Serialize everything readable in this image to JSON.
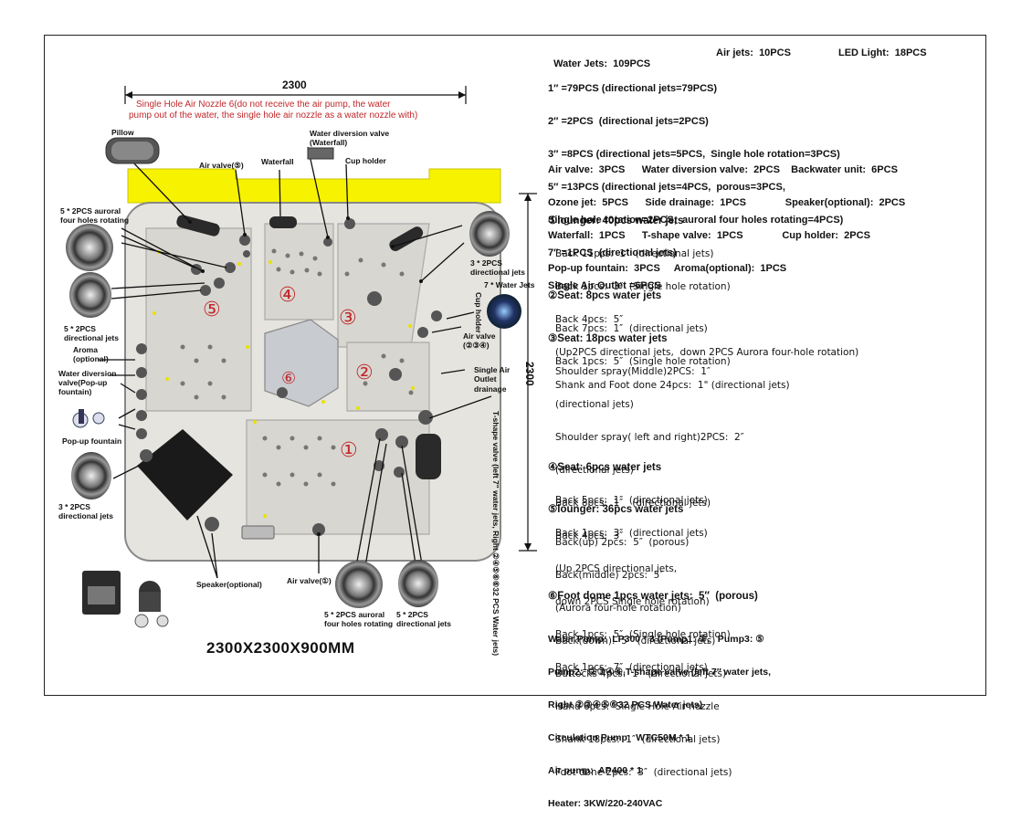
{
  "colors": {
    "accent_red": "#c0282a",
    "shell_yellow": "#f7f200",
    "tub_fill": "#e6e4df"
  },
  "dimensions": {
    "top_width": "2300",
    "side_height": "2300",
    "overall": "2300X2300X900MM"
  },
  "air_nozzle_note": {
    "line1": "Single Hole Air Nozzle 6(do not receive the air pump, the water",
    "line2": "pump out of the water, the single hole air nozzle as a water nozzle with)"
  },
  "seat_numbers": [
    "①",
    "②",
    "③",
    "④",
    "⑤",
    "⑥"
  ],
  "callouts": {
    "pillow": "Pillow",
    "air_valve_5": "Air valve(⑤)",
    "waterfall": "Waterfall",
    "water_diversion_valve_top": "Water diversion valve",
    "water_diversion_valve_top_sub": "(Waterfall)",
    "cup_holder_top": "Cup holder",
    "aurora_left_1": "5 * 2PCS auroral",
    "aurora_left_2": "four holes rotating",
    "directional_left_1": "5 * 2PCS",
    "directional_left_2": "directional jets",
    "aroma_1": "Aroma",
    "aroma_2": "(optional)",
    "diversion_popup_1": "Water diversion",
    "diversion_popup_2": "valve(Pop-up",
    "diversion_popup_3": "fountain)",
    "popup_fountain": "Pop-up fountain",
    "directional_left_b_1": "3 * 2PCS",
    "directional_left_b_2": "directional jets",
    "speaker": "Speaker(optional)",
    "air_valve_1": "Air valve(①)",
    "aurora_bottom_1": "5 * 2PCS auroral",
    "aurora_bottom_2": "four holes rotating",
    "directional_bottom_1": "5 * 2PCS",
    "directional_bottom_2": "directional jets",
    "directional_right_1": "3 * 2PCS",
    "directional_right_2": "directional jets",
    "waterjets_7": "7 * Water Jets",
    "cup_holder_right": "Cup holder",
    "air_valve_234_1": "Air valve",
    "air_valve_234_2": "(②③④)",
    "single_air_outlet_1": "Single Air",
    "single_air_outlet_2": "Outlet",
    "drainage": "drainage",
    "tshape_vertical": "T-shape valve (left 7\" water jets, Right ②④⑤⑥⑥32 PCS Water jets)"
  },
  "specs": {
    "header_jets": "Water Jets:  109PCS",
    "header_air": "Air jets:  10PCS",
    "header_led": "LED Light:  18PCS",
    "jet_lines": [
      "1″ =79PCS (directional jets=79PCS)",
      "2″ =2PCS  (directional jets=2PCS)",
      "3″ =8PCS (directional jets=5PCS,  Single hole rotation=3PCS)",
      "5″ =13PCS (directional jets=4PCS,  porous=3PCS,",
      "Single hole rotation=2PCS,  auroral four holes rotating=4PCS)",
      "7″ =1PCS  (directional jets)",
      "Single Air Outlet =6PCS"
    ],
    "acc_lines": [
      "Air valve:  3PCS      Water diversion valve:  2PCS    Backwater unit:  6PCS",
      "Ozone jet:  5PCS      Side drainage:  1PCS              Speaker(optional):  2PCS",
      "Waterfall:  1PCS      T-shape valve:  1PCS              Cup holder:  2PCS",
      "Pop-up fountain:  3PCS     Aroma(optional):  1PCS"
    ],
    "sections": [
      {
        "title": "①lounger: 40pcs water jets",
        "lines": [
          "Back 11pcs:  1″  (directional jets)",
          "Back 1pcs:  3″  (Single hole rotation)",
          "Back 4pcs:  5″",
          "(Up2PCS directional jets,  down 2PCS Aurora four-hole rotation)",
          "Shank and Foot done 24pcs:  1\" (directional jets)"
        ]
      },
      {
        "title": "②Seat: 8pcs water jets",
        "lines": [
          "Back 7pcs:  1″  (directional jets)",
          "Back 1pcs:  5″  (Single hole rotation)"
        ]
      },
      {
        "title": "③Seat: 18pcs water jets",
        "lines": [
          "Shoulder spray(Middle)2PCS:  1″",
          "(directional jets)",
          "Shoulder spray( left and right)2PCS:  2″",
          "(directional jets)",
          "Back 8pcs:  1″   (directional jets)",
          "Back 4pcs:  3″",
          "(Up 2PCS directional jets,",
          "down 2PCS Single hole rotation)",
          "Back 1pcs:  5″  (Single hole rotation)",
          "Back 1pcs:  7″  (directional jets)"
        ]
      },
      {
        "title": "④Seat: 6pcs water jets",
        "lines": [
          "Back 5pcs:  1″  (directional jets)",
          "Back 1pcs:  3″  (directional jets)"
        ]
      },
      {
        "title": "⑤lounger: 36pcs water jets",
        "lines": [
          "Back(up) 2pcs:  5″  (porous)",
          "Back(middle) 2pcs:  5″",
          "(Aurora four-hole rotation)",
          "Back(down):  5″  (directional jets)",
          "Buttocks 4pcs:  1″  (directional jets)",
          "Hand 6pcs:  Single Hole Air nozzle",
          "Shank 18pcs:  1″  (directional jets)",
          "Foot done 2pcs:  3″  (directional jets)"
        ]
      }
    ],
    "foot_dome": "⑥Foot dome 1pcs water jets:  5″  (porous)",
    "equip_lines": [
      "Water Pump:  LP300 * 3 (Pump1: ①,   Pump3: ⑤",
      "Pump2:  ②③④⑥,T-shape valve (left 7″ water jets,",
      "Right ②③④⑤⑥32 PCS Water jets)",
      "Circulation Pump:  WTC50M * 1",
      "Air pump:  AP400 * 1",
      "Heater: 3KW/220-240VAC"
    ]
  }
}
